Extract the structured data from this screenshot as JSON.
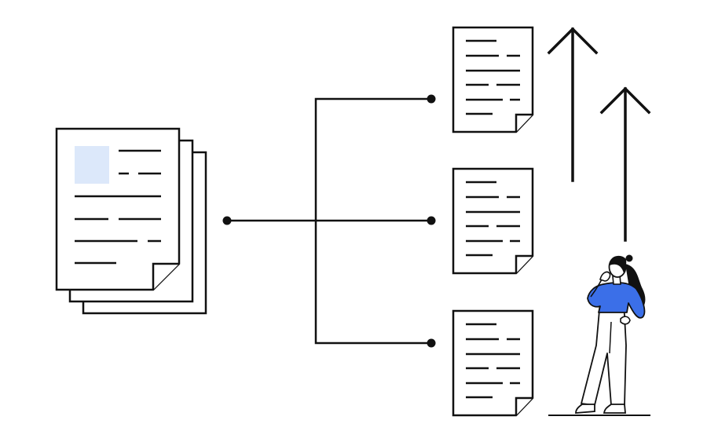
{
  "illustration": {
    "colors": {
      "stroke": "#111111",
      "paper": "#ffffff",
      "image_placeholder": "#dce8fa",
      "sweater": "#3b6fe8",
      "hair": "#111111",
      "skin": "#ffffff"
    },
    "icons": {
      "source_document": "stacked-documents-icon",
      "output_documents": "document-icon",
      "growth": "up-arrow-icon",
      "person": "thinking-woman-figure"
    },
    "output_document_count": 3,
    "arrow_count": 2
  }
}
